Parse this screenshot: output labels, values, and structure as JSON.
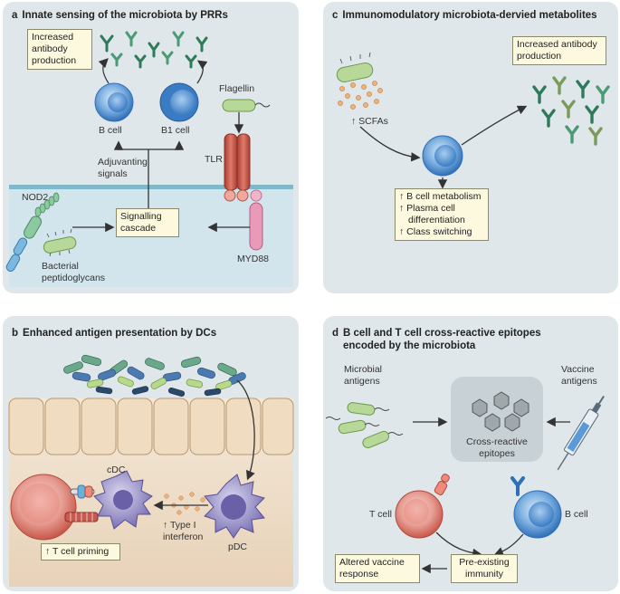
{
  "panel_a": {
    "letter": "a",
    "title": "Innate sensing of the microbiota by PRRs",
    "increased_antibody": "Increased antibody production",
    "b_cell": "B cell",
    "b1_cell": "B1 cell",
    "flagellin": "Flagellin",
    "tlr": "TLR",
    "adjuvanting": "Adjuvanting signals",
    "nod2": "NOD2",
    "signalling": "Signalling cascade",
    "bacterial": "Bacterial peptidoglycans",
    "myd88": "MYD88"
  },
  "panel_b": {
    "letter": "b",
    "title": "Enhanced antigen presentation by DCs",
    "cdc": "cDC",
    "pdc": "pDC",
    "type1": "↑ Type I interferon",
    "tcell_priming": "↑ T cell priming"
  },
  "panel_c": {
    "letter": "c",
    "title": "Immunomodulatory microbiota-dervied metabolites",
    "increased_antibody": "Increased antibody production",
    "scfas": "↑ SCFAs",
    "effects": [
      "↑ B cell metabolism",
      "↑ Plasma cell",
      "differentiation",
      "↑ Class switching"
    ]
  },
  "panel_d": {
    "letter": "d",
    "title_line1": "B cell and T cell cross-reactive epitopes",
    "title_line2": "encoded by the microbiota",
    "microbial": "Microbial antigens",
    "vaccine_ag": "Vaccine antigens",
    "cross": "Cross-reactive epitopes",
    "tcell": "T cell",
    "bcell": "B cell",
    "preexisting": "Pre-existing immunity",
    "altered": "Altered vaccine response"
  },
  "colors": {
    "panel_bg": "#dfe7ea",
    "box_bg": "#fdf9df",
    "bcell_blue": "#4a86c8",
    "antibody_green": "#3c8a6a",
    "tlr_red": "#c8584a",
    "myd88_pink": "#e08aa8",
    "dc_purple": "#8a82c0",
    "tcell_red": "#d8706a",
    "bacteria_green": "#9cc87a"
  }
}
